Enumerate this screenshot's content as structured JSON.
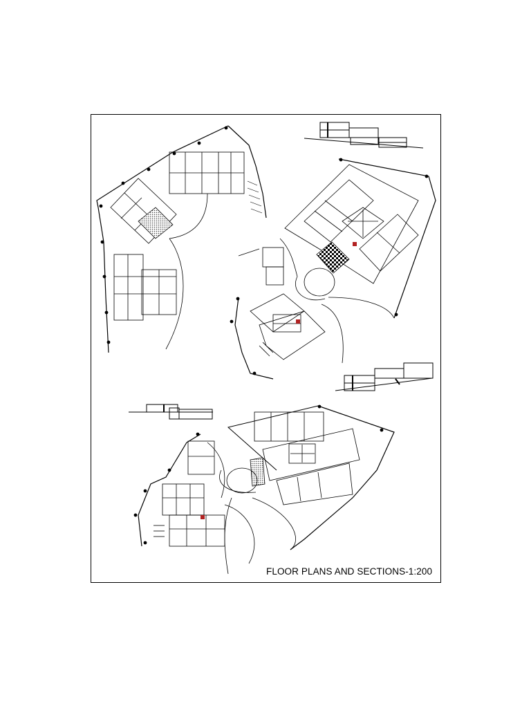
{
  "sheet": {
    "title": "FLOOR PLANS AND SECTIONS-1:200"
  },
  "colors": {
    "line": "#000000",
    "paper": "#ffffff",
    "hatch": "#000000",
    "accent_fixture": "#b22222"
  },
  "drawings": [
    {
      "name": "upper-left-floor-plan"
    },
    {
      "name": "upper-right-floor-plan"
    },
    {
      "name": "lower-floor-plan"
    },
    {
      "name": "section-upper"
    },
    {
      "name": "section-middle-right"
    },
    {
      "name": "section-lower-left"
    }
  ]
}
